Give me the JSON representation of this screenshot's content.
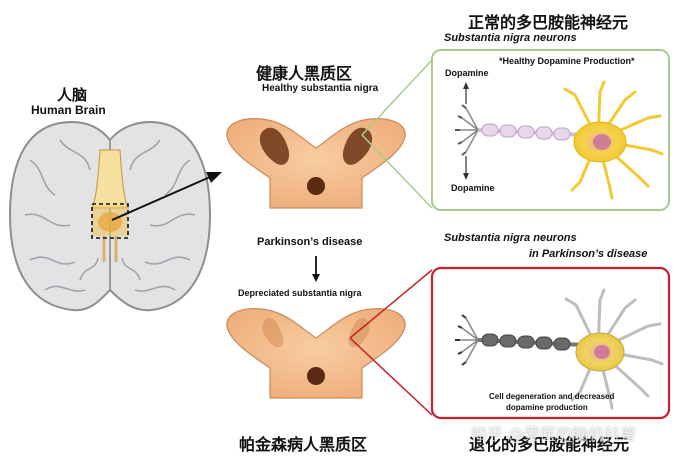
{
  "brain": {
    "title_cn": "人脑",
    "title_en": "Human Brain"
  },
  "healthy": {
    "title_cn": "健康人黑质区",
    "title_en": "Healthy substantia nigra"
  },
  "disease": {
    "label": "Parkinson’s disease",
    "depreciated": "Depreciated substantia nigra",
    "title_cn": "帕金森病人黑质区"
  },
  "normal_neurons": {
    "title_cn": "正常的多巴胺能神经元",
    "title_en": "Substantia nigra neurons",
    "production_note": "*Healthy Dopamine Production*",
    "dopamine_top": "Dopamine",
    "dopamine_bottom": "Dopamine",
    "box_color": "#a9cc8c"
  },
  "pd_neurons": {
    "title_en_line1": "Substantia nigra neurons",
    "title_en_line2": "in Parkinson’s disease",
    "title_cn": "退化的多巴胺能神经元",
    "caption_line1": "Cell degeneration and decreased",
    "caption_line2": "dopamine production",
    "box_color": "#c8202a"
  },
  "watermark": "知乎 @爱医的脑机科普"
}
